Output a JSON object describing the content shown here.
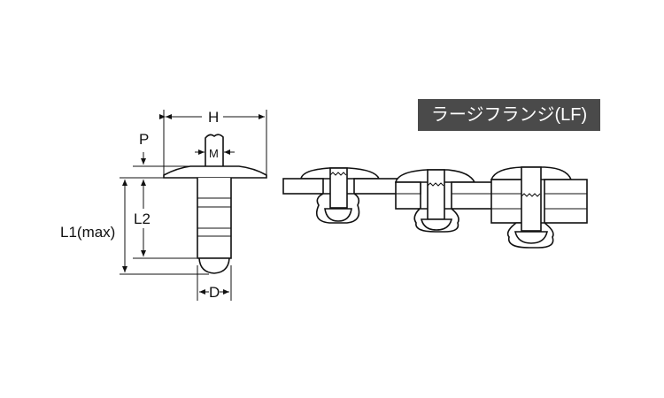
{
  "badge": {
    "text": "ラージフランジ(LF)",
    "background": "#4a4a4a"
  },
  "dimensions": {
    "H": "H",
    "P": "P",
    "M": "M",
    "L1": "L1(max)",
    "L2": "L2",
    "D": "D"
  }
}
